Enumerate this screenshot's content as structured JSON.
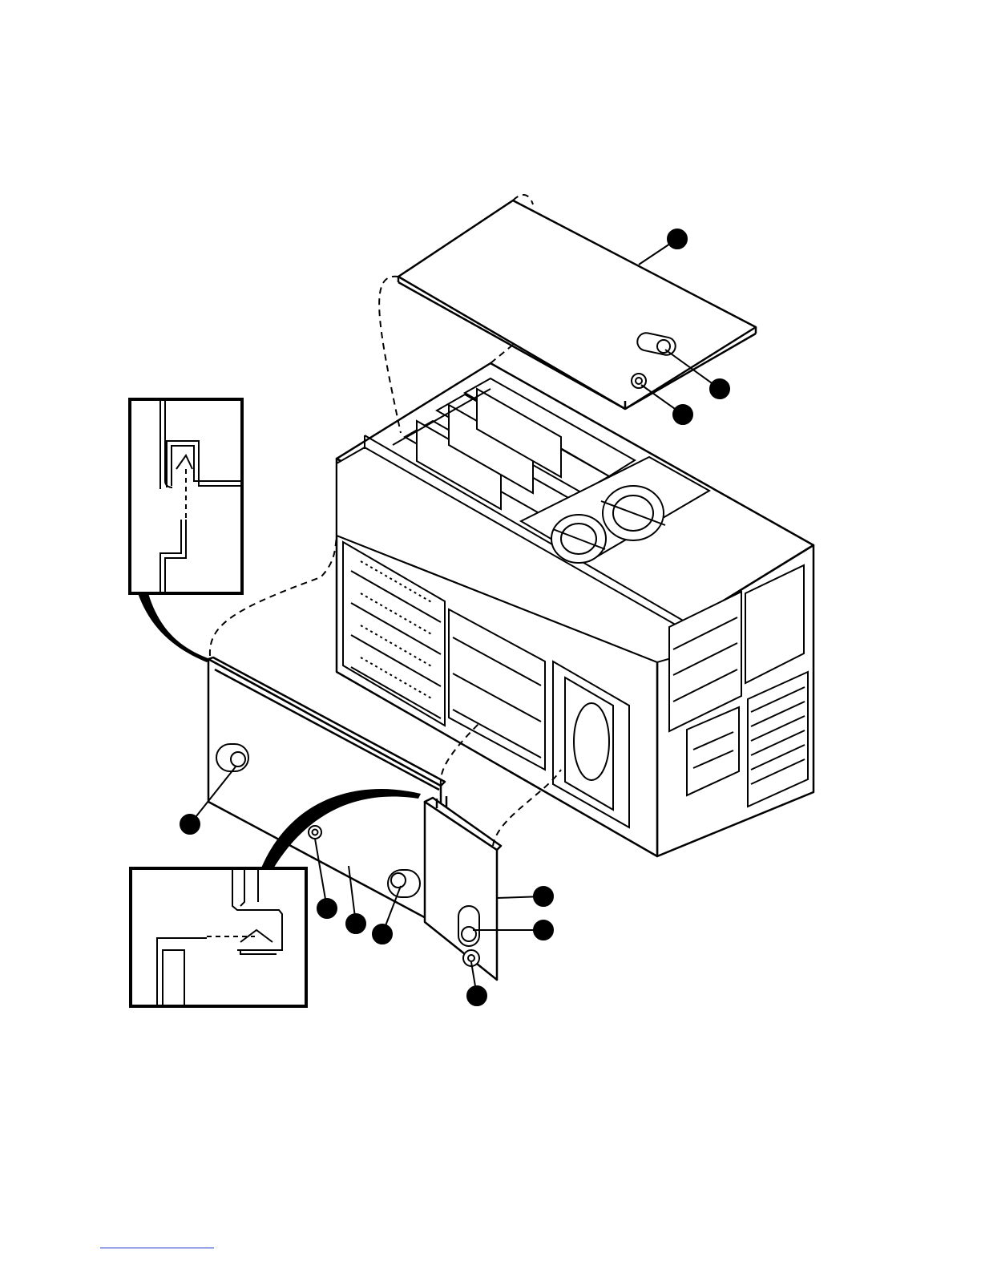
{
  "figure": {
    "callouts": [
      {
        "id": "top-cover",
        "label": ""
      },
      {
        "id": "top-cover-thumbscrew",
        "label": ""
      },
      {
        "id": "top-cover-lock",
        "label": ""
      },
      {
        "id": "side-panel-thumbscrew",
        "label": ""
      },
      {
        "id": "side-panel-lock",
        "label": ""
      },
      {
        "id": "side-panel",
        "label": ""
      },
      {
        "id": "side-panel-latch",
        "label": ""
      },
      {
        "id": "front-bezel",
        "label": ""
      },
      {
        "id": "front-bezel-latch",
        "label": ""
      },
      {
        "id": "front-bezel-lock",
        "label": ""
      }
    ]
  },
  "footer": {
    "rule_color": "#1a2fd1"
  }
}
